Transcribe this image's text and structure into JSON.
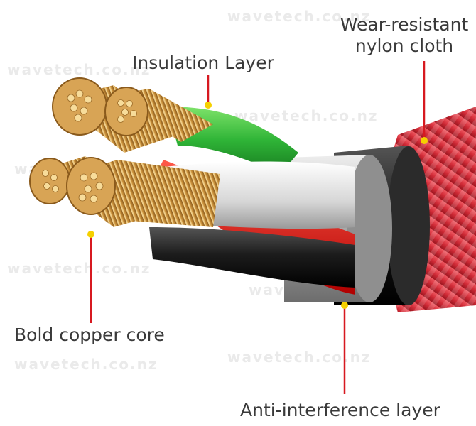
{
  "watermark": "wavetech.co.nz",
  "labels": {
    "insulation_layer": "Insulation Layer",
    "nylon_line1": "Wear-resistant",
    "nylon_line2": "nylon cloth",
    "copper_core": "Bold copper core",
    "anti_interference": "Anti-interference layer"
  },
  "colors": {
    "leader_line": "#d71920",
    "leader_dot": "#f5d000",
    "braid": "#d8343f",
    "copper": "#c9903b",
    "insulation_green": "#2fb437",
    "shield_silver": "#b9b9b9",
    "jacket_black": "#1a1a1a"
  }
}
